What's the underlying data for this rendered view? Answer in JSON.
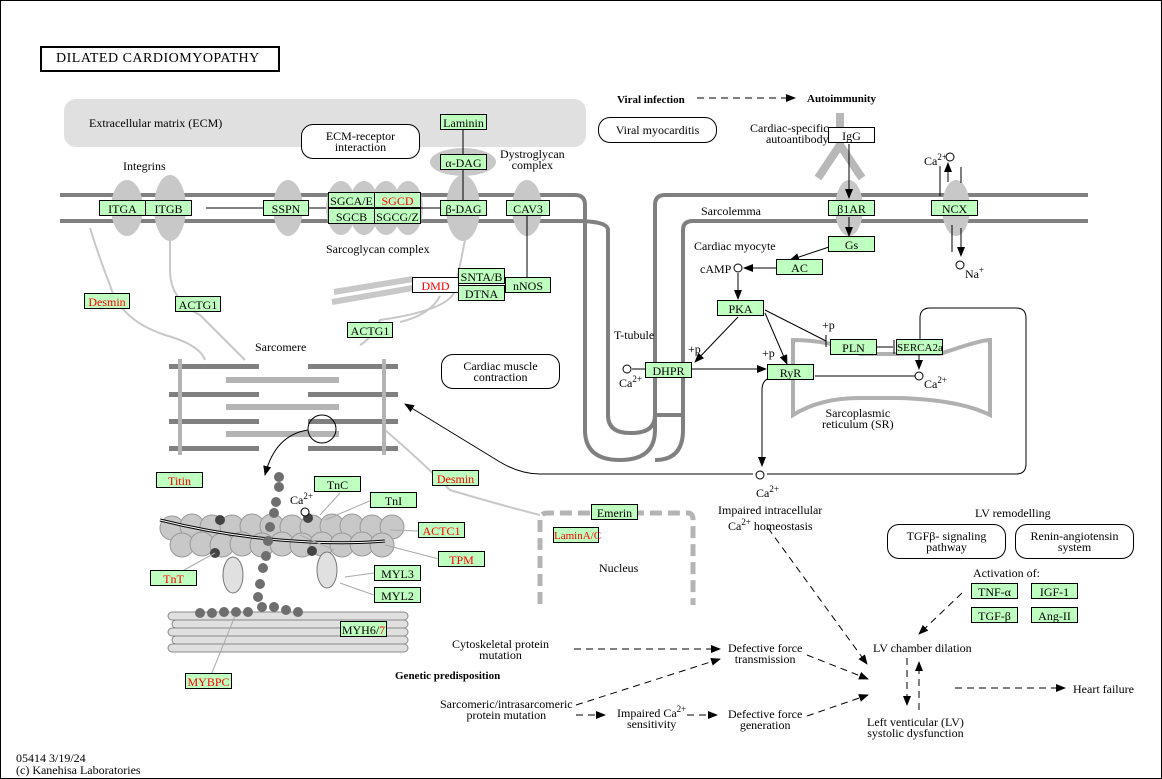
{
  "title": "DILATED  CARDIOMYOPATHY",
  "footer": {
    "id_date": "05414 3/19/24",
    "copyright": "(c) Kanehisa Laboratories"
  },
  "colors": {
    "gene_fill": "#bfffbf",
    "disease_gene_text": "#ff0000",
    "membrane": "#808080",
    "compartment": "#c8c8c8"
  },
  "labels": {
    "ecm": "Extracellular matrix (ECM)",
    "integrins": "Integrins",
    "dystroglycan": [
      "Dystroglycan",
      "complex"
    ],
    "sarcoglycan": "Sarcoglycan complex",
    "sarcolemma": "Sarcolemma",
    "cardiac_myocyte": "Cardiac myocyte",
    "camp": "cAMP",
    "ttubule": "T-tubule",
    "sarcomere": "Sarcomere",
    "sr": [
      "Sarcoplasmic",
      "reticulum (SR)"
    ],
    "nucleus": "Nucleus",
    "autoantibody": [
      "Cardiac-specific",
      "autoantibody"
    ],
    "viral_infection": "Viral infection",
    "autoimmunity": "Autoimmunity",
    "ca": "Ca",
    "ca_charge": "2+",
    "na": "Na",
    "na_charge": "+",
    "plus_p": "+p",
    "impaired_ca": [
      "Impaired intracellular",
      "homeostasis"
    ],
    "lv_remodelling": "LV remodelling",
    "activation_of": "Activation of:",
    "cytoskeletal": [
      "Cytoskeletal protein",
      "mutation"
    ],
    "genetic": "Genetic predisposition",
    "sarcomeric": [
      "Sarcomeric/intrasarcomeric",
      "protein mutation"
    ],
    "impaired_sens": [
      "Impaired Ca",
      "sensitivity"
    ],
    "def_trans": [
      "Defective force",
      "transmission"
    ],
    "def_gen": [
      "Defective force",
      "generation"
    ],
    "lv_dilation": "LV chamber dilation",
    "lv_systolic": [
      "Left venticular (LV)",
      "systolic dysfunction"
    ],
    "heart_failure": "Heart failure"
  },
  "maps": {
    "ecm_receptor": [
      "ECM-receptor",
      "interaction"
    ],
    "viral_myocarditis": "Viral myocarditis",
    "cardiac_contraction": [
      "Cardiac muscle",
      "contraction"
    ],
    "tgfb": [
      "TGFβ- signaling",
      "pathway"
    ],
    "renin": [
      "Renin-angiotensin",
      "system"
    ]
  },
  "genes": {
    "itga": "ITGA",
    "itgb": "ITGB",
    "sspn": "SSPN",
    "sgcae": "SGCA/E",
    "sgcd": "SGCD",
    "sgcb": "SGCB",
    "sgcgz": "SGCG/Z",
    "laminin": "Laminin",
    "adag": "α-DAG",
    "bdag": "β-DAG",
    "cav3": "CAV3",
    "snta": "SNTA/B",
    "dtna": "DTNA",
    "nnos": "nNOS",
    "dmd": "DMD",
    "desmin1": "Desmin",
    "actg1a": "ACTG1",
    "actg1b": "ACTG1",
    "igg": "IgG",
    "b1ar": "β1AR",
    "ncx": "NCX",
    "gs": "Gs",
    "ac": "AC",
    "pka": "PKA",
    "pln": "PLN",
    "serca": "SERCA2a",
    "dhpr": "DHPR",
    "ryr": "RyR",
    "titin": "Titin",
    "desmin2": "Desmin",
    "tnc": "TnC",
    "tni": "TnI",
    "actc1": "ACTC1",
    "tpm": "TPM",
    "tnt": "TnT",
    "myl3": "MYL3",
    "myl2": "MYL2",
    "myh6": "MYH6/",
    "myh7": "7",
    "mybpc": "MYBPC",
    "emerin": "Emerin",
    "lamin": "LaminA/C",
    "tnfa": "TNF-α",
    "igf1": "IGF-1",
    "tgfb": "TGF-β",
    "ang2": "Ang-II"
  }
}
